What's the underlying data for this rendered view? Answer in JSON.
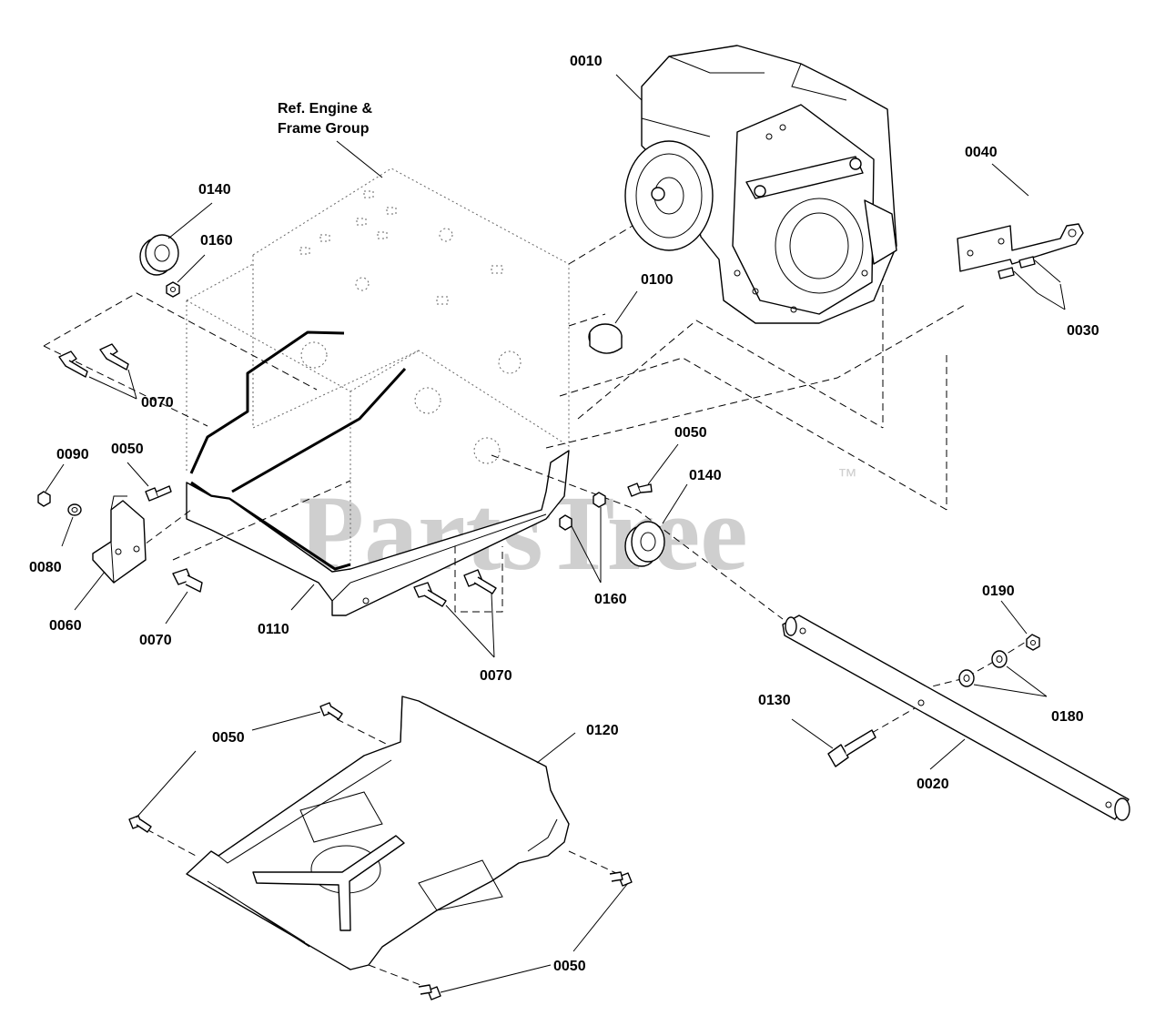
{
  "diagram": {
    "reference_note": [
      "Ref. Engine &",
      "Frame Group"
    ],
    "watermark": "PartsTree",
    "trademark": "™",
    "callouts": [
      {
        "id": "c-0010a",
        "text": "0010"
      },
      {
        "id": "c-0040",
        "text": "0040"
      },
      {
        "id": "c-0030",
        "text": "0030"
      },
      {
        "id": "c-0140a",
        "text": "0140"
      },
      {
        "id": "c-0160a",
        "text": "0160"
      },
      {
        "id": "c-0100",
        "text": "0100"
      },
      {
        "id": "c-0070a",
        "text": "0070"
      },
      {
        "id": "c-0050a",
        "text": "0050"
      },
      {
        "id": "c-0090",
        "text": "0090"
      },
      {
        "id": "c-0080",
        "text": "0080"
      },
      {
        "id": "c-0060",
        "text": "0060"
      },
      {
        "id": "c-0070b",
        "text": "0070"
      },
      {
        "id": "c-0110",
        "text": "0110"
      },
      {
        "id": "c-0070c",
        "text": "0070"
      },
      {
        "id": "c-0050b",
        "text": "0050"
      },
      {
        "id": "c-0140b",
        "text": "0140"
      },
      {
        "id": "c-0160b",
        "text": "0160"
      },
      {
        "id": "c-0190",
        "text": "0190"
      },
      {
        "id": "c-0130",
        "text": "0130"
      },
      {
        "id": "c-0180",
        "text": "0180"
      },
      {
        "id": "c-0020",
        "text": "0020"
      },
      {
        "id": "c-0120",
        "text": "0120"
      },
      {
        "id": "c-0050c",
        "text": "0050"
      },
      {
        "id": "c-0050d",
        "text": "0050"
      }
    ]
  }
}
